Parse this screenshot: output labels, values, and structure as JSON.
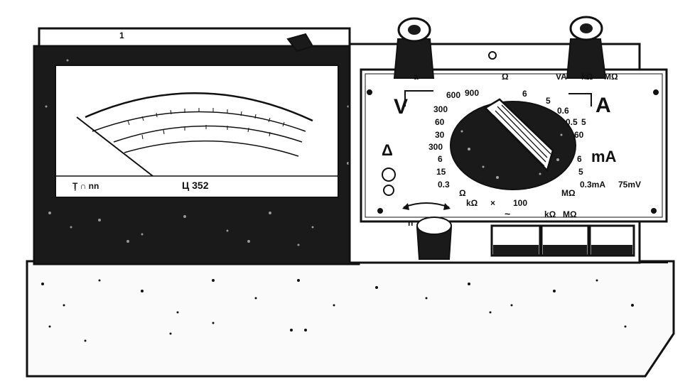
{
  "meter": {
    "model": "Ц 352",
    "symbols_left": "Ţ ∩ nn",
    "digit_left": "1"
  },
  "panel": {
    "top_marks": [
      "a",
      "Ω",
      "VA",
      "kΩ",
      "MΩ"
    ],
    "volt_symbol": "V",
    "amp_symbol": "A",
    "milliamp_symbol": "mA",
    "delta_symbol": "Δ",
    "left_ranges": [
      "600",
      "900",
      "300",
      "60",
      "30",
      "300",
      "6",
      "15",
      "0.3"
    ],
    "right_ranges": [
      "6",
      "5",
      "0.6",
      "0.5",
      "5",
      "60",
      "6",
      "5"
    ],
    "bottom_ranges": [
      "Ω",
      "kΩ",
      "×",
      "100",
      "MΩ"
    ],
    "shunt_labels": [
      "0.3mA",
      "75mV"
    ],
    "bottom_marks": [
      "~",
      "kΩ",
      "MΩ"
    ],
    "knob_label": "n"
  },
  "colors": {
    "ink": "#111111",
    "paper": "#ffffff",
    "frame": "#1a1a1a"
  }
}
